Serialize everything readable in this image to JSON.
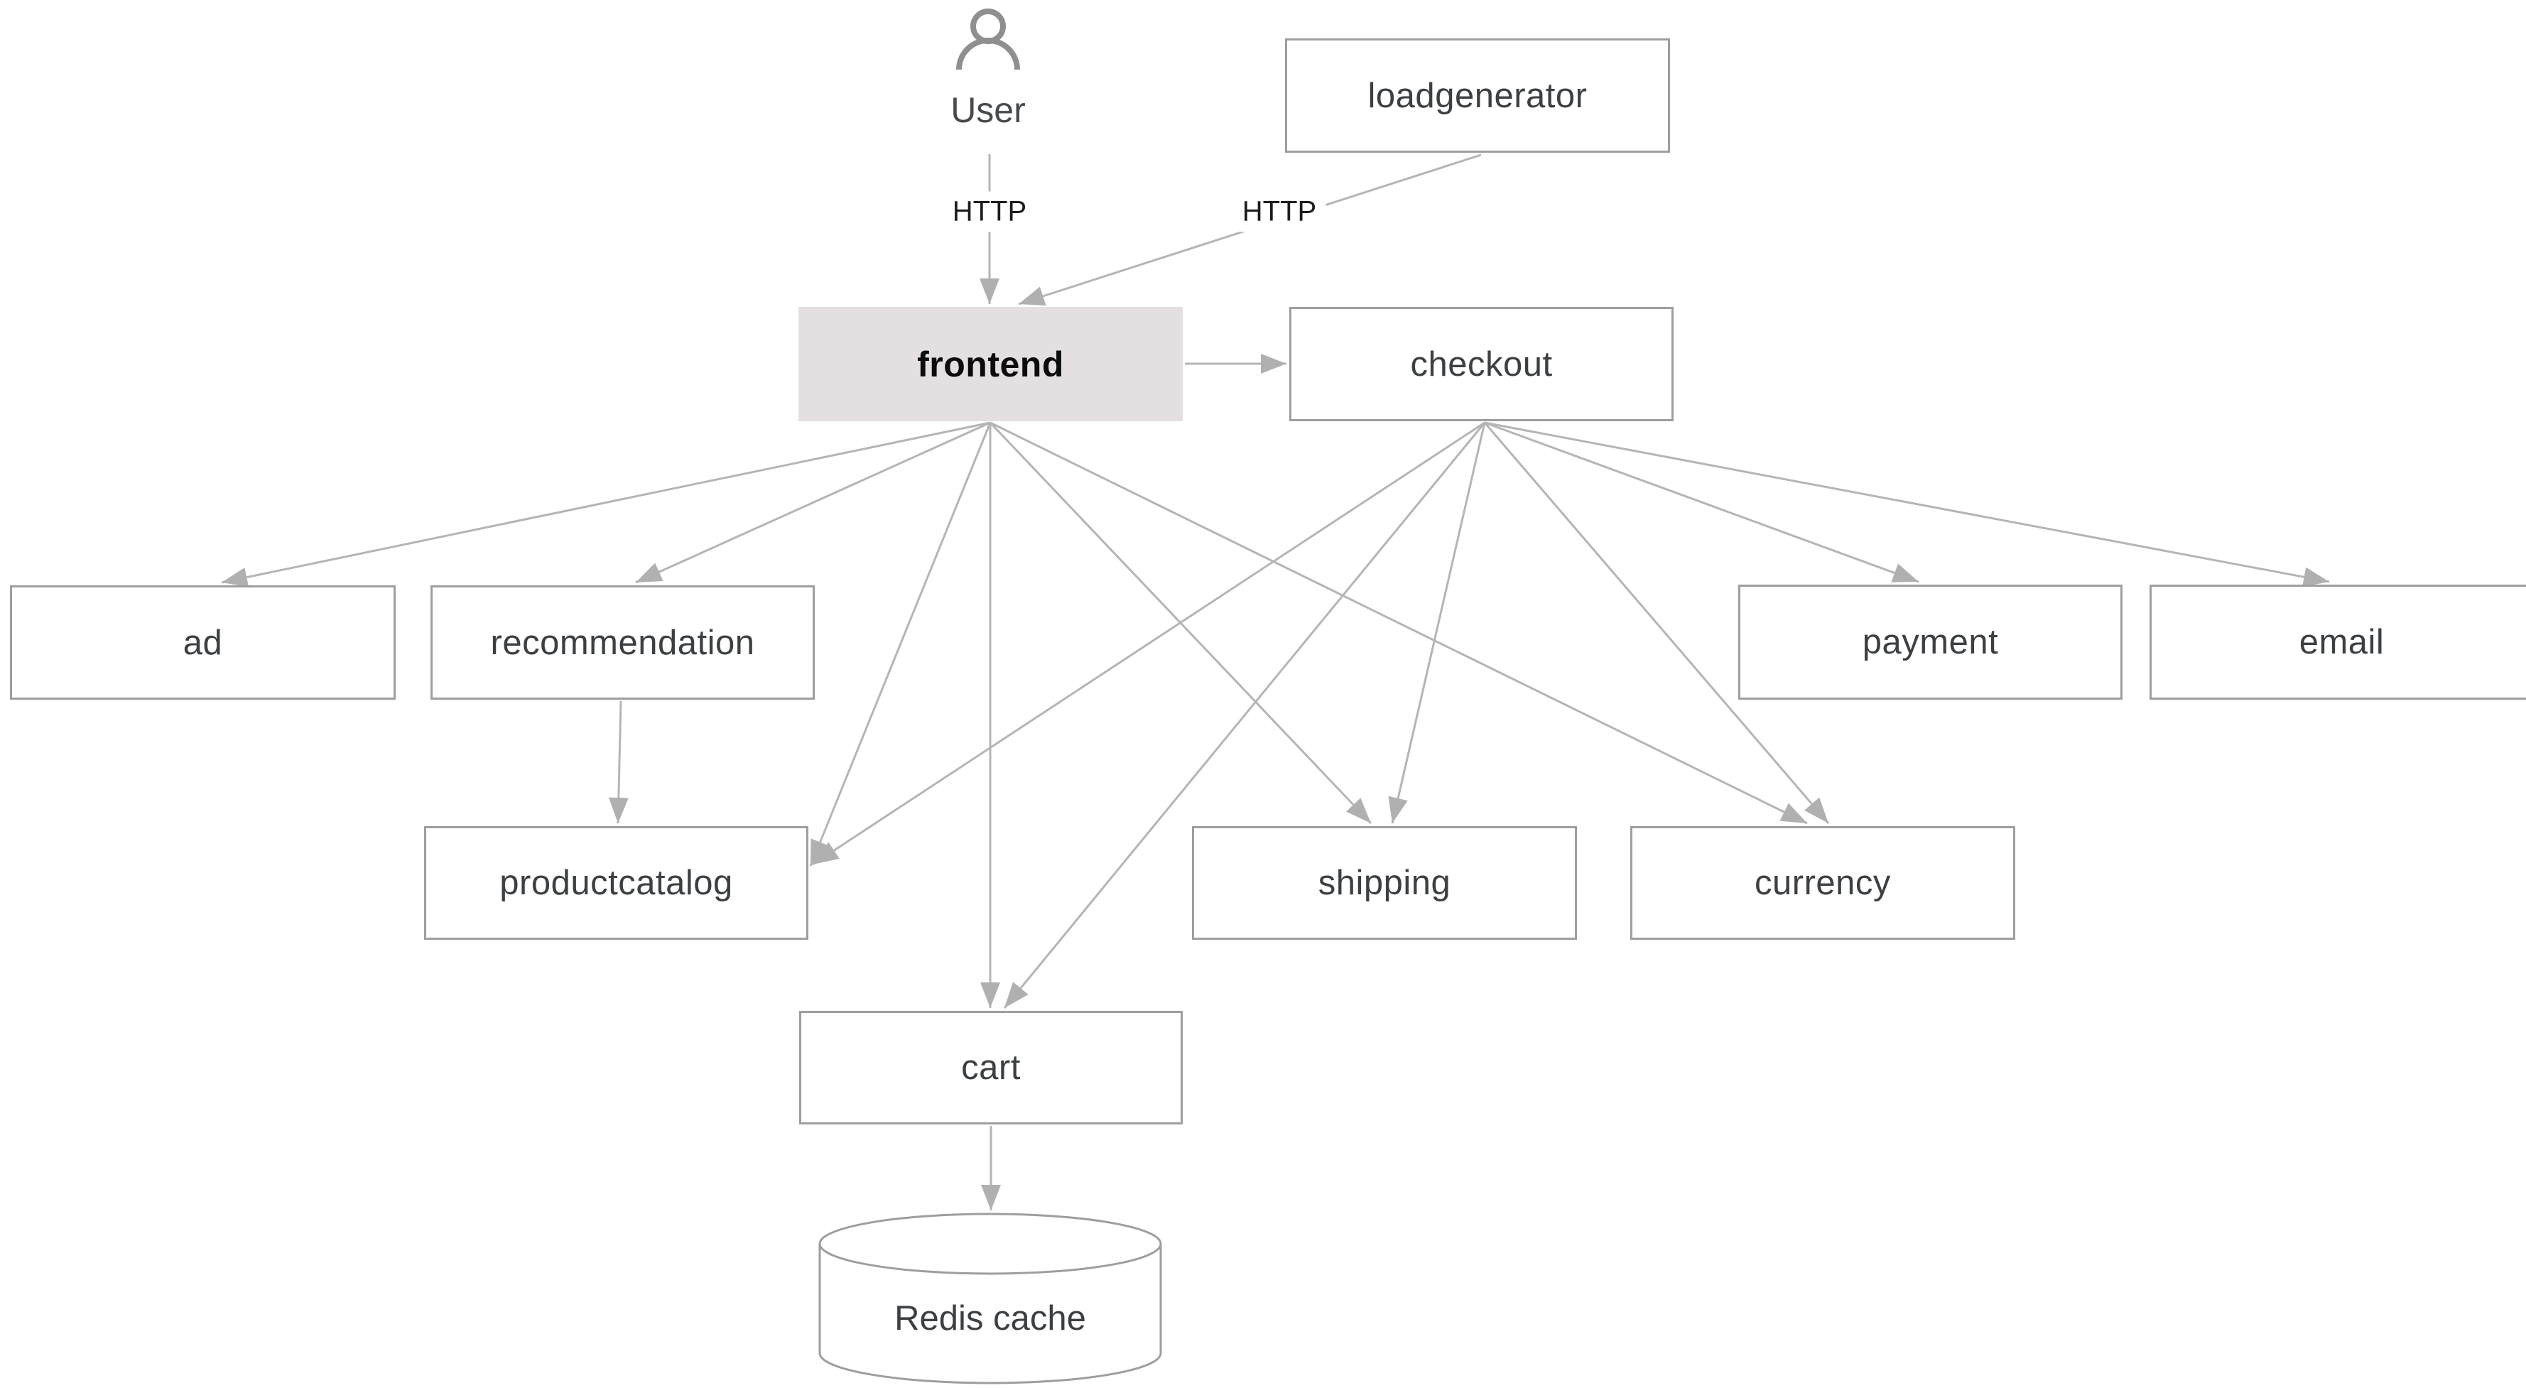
{
  "diagram": {
    "nodes": {
      "user": {
        "label": "User",
        "type": "actor"
      },
      "loadgenerator": {
        "label": "loadgenerator",
        "type": "service"
      },
      "frontend": {
        "label": "frontend",
        "type": "service",
        "highlighted": true
      },
      "checkout": {
        "label": "checkout",
        "type": "service"
      },
      "ad": {
        "label": "ad",
        "type": "service"
      },
      "recommendation": {
        "label": "recommendation",
        "type": "service"
      },
      "payment": {
        "label": "payment",
        "type": "service"
      },
      "email": {
        "label": "email",
        "type": "service"
      },
      "productcatalog": {
        "label": "productcatalog",
        "type": "service"
      },
      "shipping": {
        "label": "shipping",
        "type": "service"
      },
      "currency": {
        "label": "currency",
        "type": "service"
      },
      "cart": {
        "label": "cart",
        "type": "service"
      },
      "redis": {
        "label": "Redis cache",
        "type": "database"
      }
    },
    "edges": [
      {
        "from": "user",
        "to": "frontend",
        "label": "HTTP"
      },
      {
        "from": "loadgenerator",
        "to": "frontend",
        "label": "HTTP"
      },
      {
        "from": "frontend",
        "to": "checkout",
        "label": ""
      },
      {
        "from": "frontend",
        "to": "ad",
        "label": ""
      },
      {
        "from": "frontend",
        "to": "recommendation",
        "label": ""
      },
      {
        "from": "frontend",
        "to": "productcatalog",
        "label": ""
      },
      {
        "from": "frontend",
        "to": "cart",
        "label": ""
      },
      {
        "from": "frontend",
        "to": "shipping",
        "label": ""
      },
      {
        "from": "frontend",
        "to": "currency",
        "label": ""
      },
      {
        "from": "checkout",
        "to": "productcatalog",
        "label": ""
      },
      {
        "from": "checkout",
        "to": "shipping",
        "label": ""
      },
      {
        "from": "checkout",
        "to": "currency",
        "label": ""
      },
      {
        "from": "checkout",
        "to": "payment",
        "label": ""
      },
      {
        "from": "checkout",
        "to": "email",
        "label": ""
      },
      {
        "from": "checkout",
        "to": "cart",
        "label": ""
      },
      {
        "from": "recommendation",
        "to": "productcatalog",
        "label": ""
      },
      {
        "from": "cart",
        "to": "redis",
        "label": ""
      }
    ],
    "colors": {
      "box_border": "#9e9e9e",
      "box_text": "#3c4043",
      "edge_line": "#b5b5b5",
      "arrowhead": "#b0b0b0",
      "frontend_fill": "#e4e0e1",
      "frontend_text": "#0c0c0c",
      "http_label_text": "#1d1d1d",
      "actor_icon": "#8f8f8f",
      "background": "#ffffff"
    }
  }
}
